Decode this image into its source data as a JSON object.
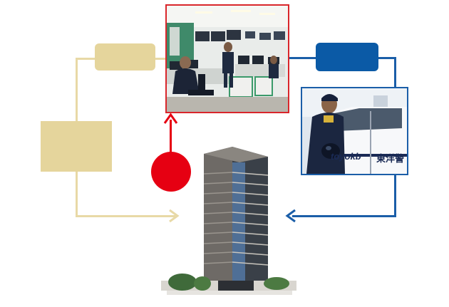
{
  "diagram": {
    "car_logo_text": "toyokb",
    "car_company_text": "東洋警",
    "colors": {
      "beige": "#e5d59c",
      "blue": "#0b5aa6",
      "red": "#e60012"
    },
    "icons": {
      "red_marker": "red-circle",
      "control_room": "security-control-room-photo",
      "guard": "security-guard-car-photo",
      "building": "apartment-building-photo"
    }
  }
}
